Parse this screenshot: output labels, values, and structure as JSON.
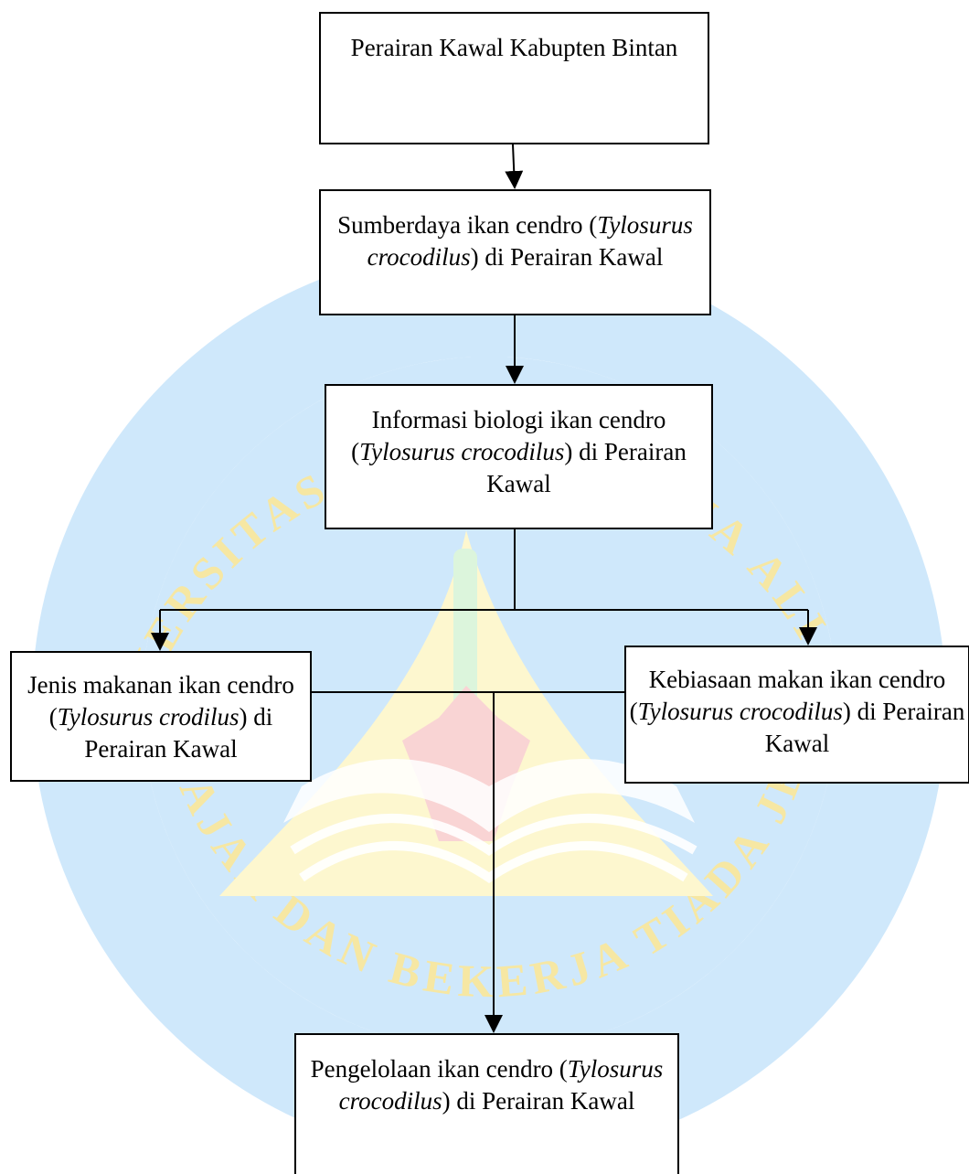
{
  "watermark": {
    "ring_text_top": "UNIVERSITAS MARITIM RAJA ALI HAJI",
    "ring_text_bottom": "BELAJAR DAN BEKERJA TIADA JEMU",
    "colors": {
      "ring": "#cfe8fb",
      "yellow": "#fdf7cf",
      "green": "#dcf5dc",
      "red": "#f9d4d4",
      "ring_text": "#f6e7a3"
    }
  },
  "diagram": {
    "nodes": [
      {
        "id": "perairan-kawal",
        "text_before": "Perairan Kawal Kabupten Bintan",
        "italic": "",
        "text_after": ""
      },
      {
        "id": "sumberdaya",
        "text_before": "Sumberdaya ikan cendro (",
        "italic": "Tylosurus crocodilus",
        "text_after": ") di Perairan Kawal"
      },
      {
        "id": "informasi-biologi",
        "text_before": "Informasi biologi ikan cendro (",
        "italic": "Tylosurus crocodilus",
        "text_after": ") di Perairan Kawal"
      },
      {
        "id": "jenis-makanan",
        "text_before": "Jenis makanan ikan cendro (",
        "italic": "Tylosurus crodilus",
        "text_after": ") di Perairan Kawal"
      },
      {
        "id": "kebiasaan-makan",
        "text_before": "Kebiasaan makan ikan cendro (",
        "italic": "Tylosurus crocodilus",
        "text_after": ") di Perairan Kawal"
      },
      {
        "id": "pengelolaan",
        "text_before": "Pengelolaan ikan cendro (",
        "italic": "Tylosurus crocodilus",
        "text_after": ") di Perairan Kawal"
      }
    ],
    "edges": [
      {
        "from": "perairan-kawal",
        "to": "sumberdaya"
      },
      {
        "from": "sumberdaya",
        "to": "informasi-biologi"
      },
      {
        "from": "informasi-biologi",
        "to": "jenis-makanan"
      },
      {
        "from": "informasi-biologi",
        "to": "kebiasaan-makan"
      },
      {
        "from": "jenis-makanan",
        "to": "pengelolaan"
      },
      {
        "from": "kebiasaan-makan",
        "to": "pengelolaan"
      }
    ]
  }
}
